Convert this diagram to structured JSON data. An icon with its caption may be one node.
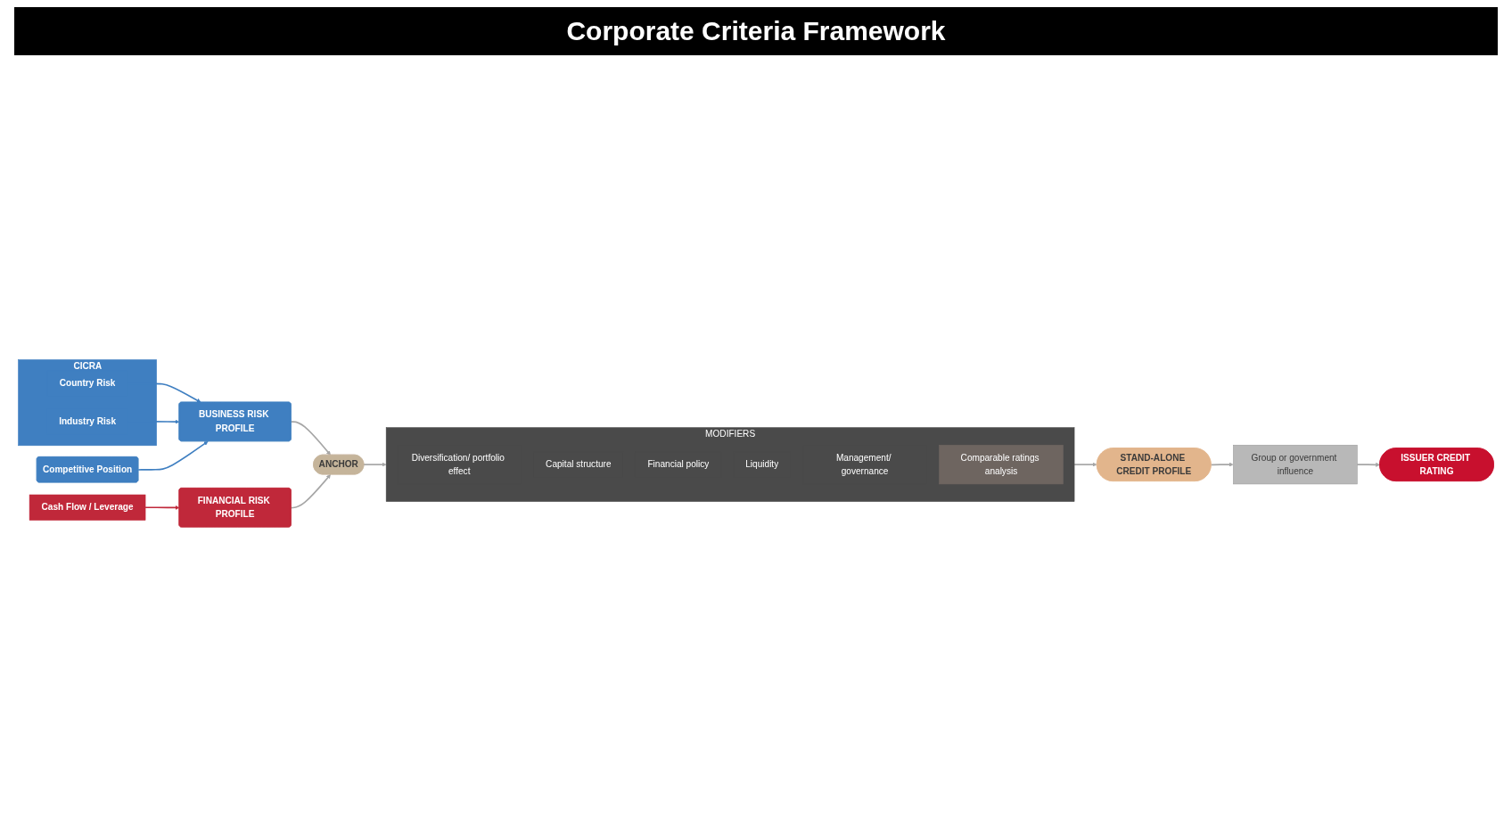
{
  "diagram": {
    "title": "Corporate Criteria Framework",
    "nodes": [
      {
        "text": [
          "CICRA"
        ]
      },
      {
        "text": [
          "Country Risk"
        ],
        "in": 0
      },
      {
        "text": [
          "Industry Risk"
        ],
        "in": 0
      },
      {
        "text": [
          "Competitive Position"
        ]
      },
      {
        "text": [
          "BUSINESS RISK PROFILE"
        ]
      },
      {
        "text": [
          "Cash Flow / Leverage"
        ]
      },
      {
        "text": [
          "FINANCIAL RISK PROFILE"
        ]
      },
      {
        "text": [
          "ANCHOR"
        ]
      },
      {
        "text": [
          "MODIFIERS"
        ]
      },
      {
        "text": [
          "Diversification/ portfolio effect"
        ],
        "in": 8
      },
      {
        "text": [
          "Capital structure"
        ],
        "in": 8
      },
      {
        "text": [
          "Financial policy"
        ],
        "in": 8
      },
      {
        "text": [
          "Liquidity"
        ],
        "in": 8
      },
      {
        "text": [
          "Management/ governance"
        ],
        "in": 8
      },
      {
        "text": [
          "Comparable ratings analysis"
        ],
        "in": 8
      },
      {
        "text": [
          "STAND-ALONE CREDIT PROFILE"
        ]
      },
      {
        "text": [
          "Group or government influence"
        ]
      },
      {
        "text": [
          "ISSUER CREDIT RATING"
        ]
      }
    ],
    "edges": [
      {
        "from": 1,
        "to": 4,
        "arrow": "to",
        "color": "#3f7fc1"
      },
      {
        "from": 2,
        "to": 4,
        "arrow": "to",
        "color": "#3f7fc1"
      },
      {
        "from": 3,
        "to": 4,
        "arrow": "to",
        "color": "#3f7fc1"
      },
      {
        "from": 5,
        "to": 6,
        "arrow": "to",
        "color": "#c0283a"
      },
      {
        "from": 4,
        "to": 7,
        "arrow": "to"
      },
      {
        "from": 6,
        "to": 7,
        "arrow": "to"
      },
      {
        "from": 7,
        "to": 8,
        "arrow": "to"
      },
      {
        "from": 8,
        "to": 15,
        "arrow": "to"
      },
      {
        "from": 15,
        "to": 16,
        "arrow": "to"
      },
      {
        "from": 16,
        "to": 17,
        "arrow": "to"
      }
    ]
  }
}
